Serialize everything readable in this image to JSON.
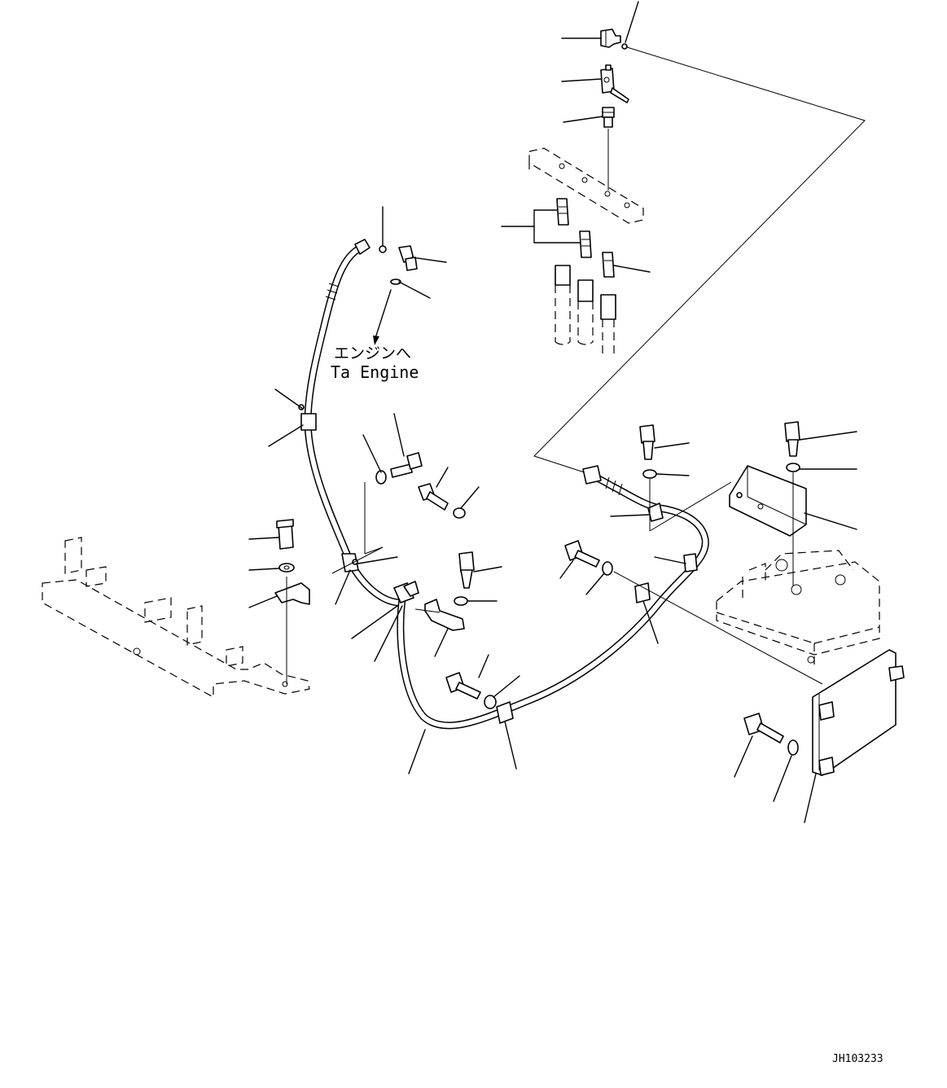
{
  "annotation": {
    "japanese": "エンジンへ",
    "english": "Ta Engine"
  },
  "drawing_number": "JH103233",
  "colors": {
    "line": "#000000",
    "background": "#ffffff"
  }
}
